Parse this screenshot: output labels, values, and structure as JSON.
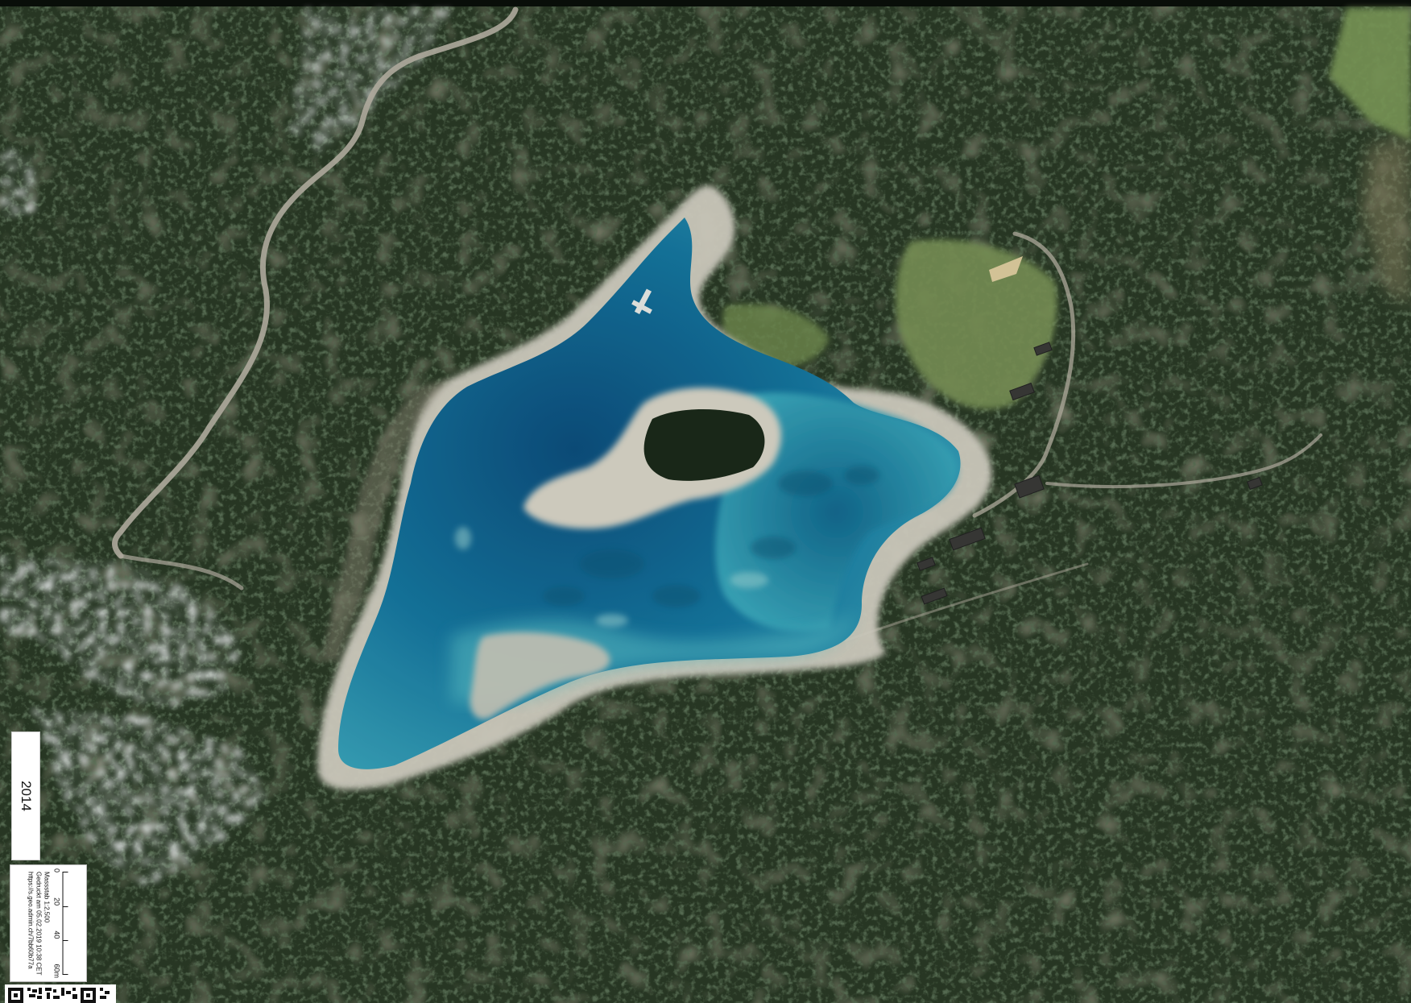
{
  "map": {
    "type": "aerial-orthophoto",
    "features": [
      "lake",
      "forest",
      "snow-patches",
      "road",
      "jetty",
      "buildings",
      "meadow"
    ],
    "colors": {
      "forest": "#1d2c1c",
      "lake_deep": "#0c4f7e",
      "lake_shallow": "#3aa6bc",
      "shore": "#d6d3c6",
      "snow": "#e6ebef",
      "road": "#b9b4a6",
      "meadow": "#7e9c5a"
    }
  },
  "year_label": "2014",
  "scale": {
    "ticks": [
      "0",
      "20",
      "40",
      "60m"
    ],
    "text": "Massstab 1:2,500"
  },
  "printed": "Gedruckt am 05.02.2019 10:38 CET",
  "url": "https://s.geo.admin.ch/7bb60b77a",
  "qr_code": "qr-code"
}
